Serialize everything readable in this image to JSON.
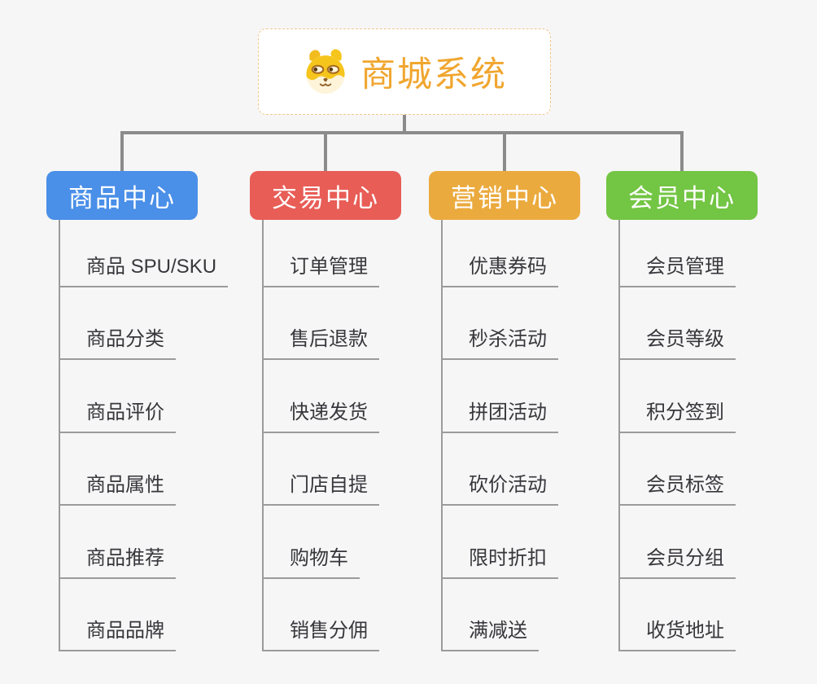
{
  "root": {
    "title": "商城系统",
    "icon": "doge-icon",
    "text_color": "#f0a62f"
  },
  "branches": [
    {
      "title": "商品中心",
      "color": "#4a8fe8",
      "items": [
        "商品 SPU/SKU",
        "商品分类",
        "商品评价",
        "商品属性",
        "商品推荐",
        "商品品牌"
      ]
    },
    {
      "title": "交易中心",
      "color": "#e85d56",
      "items": [
        "订单管理",
        "售后退款",
        "快递发货",
        "门店自提",
        "购物车",
        "销售分佣"
      ]
    },
    {
      "title": "营销中心",
      "color": "#ebaa3e",
      "items": [
        "优惠券码",
        "秒杀活动",
        "拼团活动",
        "砍价活动",
        "限时折扣",
        "满减送"
      ]
    },
    {
      "title": "会员中心",
      "color": "#73c544",
      "items": [
        "会员管理",
        "会员等级",
        "积分签到",
        "会员标签",
        "会员分组",
        "收货地址"
      ]
    }
  ],
  "colors": {
    "background": "#f6f6f6",
    "connector": "#8b8b8b",
    "leaf_line": "#9b9b9b",
    "root_border": "#f2c88e"
  }
}
